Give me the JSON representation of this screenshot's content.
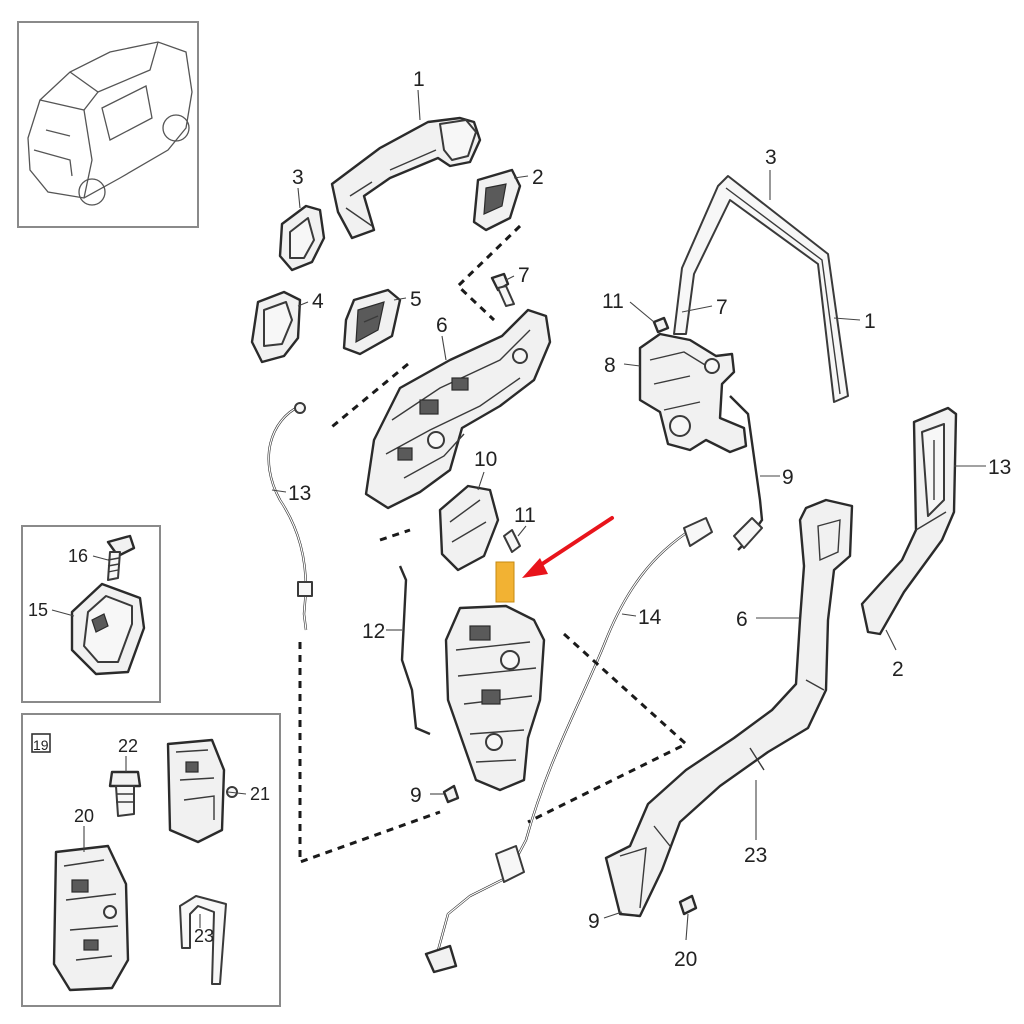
{
  "accent_color": "#e8141b",
  "highlight_color": "#f2b233",
  "inset_box_label": "19",
  "callouts": {
    "c1_handle": "1",
    "c2_cover": "2",
    "c3_cap": "3",
    "c4_gasket": "4",
    "c5_gasket": "5",
    "c6_bracket": "6",
    "c7_screw": "7",
    "c10_cover": "10",
    "c11_clip": "11",
    "c12_rod": "12",
    "c13_cable": "13",
    "c14_cable": "14",
    "c9_screw": "9",
    "c3_frame": "3",
    "c1_frame": "1",
    "c11_nut": "11",
    "c7_frame": "7",
    "c8_mount": "8",
    "c9_rod": "9",
    "c13_channel": "13",
    "c2_channel": "2",
    "c6_channel": "6",
    "c23_channel": "23",
    "c9_channel": "9",
    "c20_plug": "20",
    "c16_bolt": "16",
    "c15_striker": "15",
    "c22_grommet": "22",
    "c21_actuator": "21",
    "c20_lock": "20",
    "c23_seal": "23"
  },
  "icons": {
    "arrow": "red-arrow-icon",
    "car": "car-thumbnail-icon"
  }
}
